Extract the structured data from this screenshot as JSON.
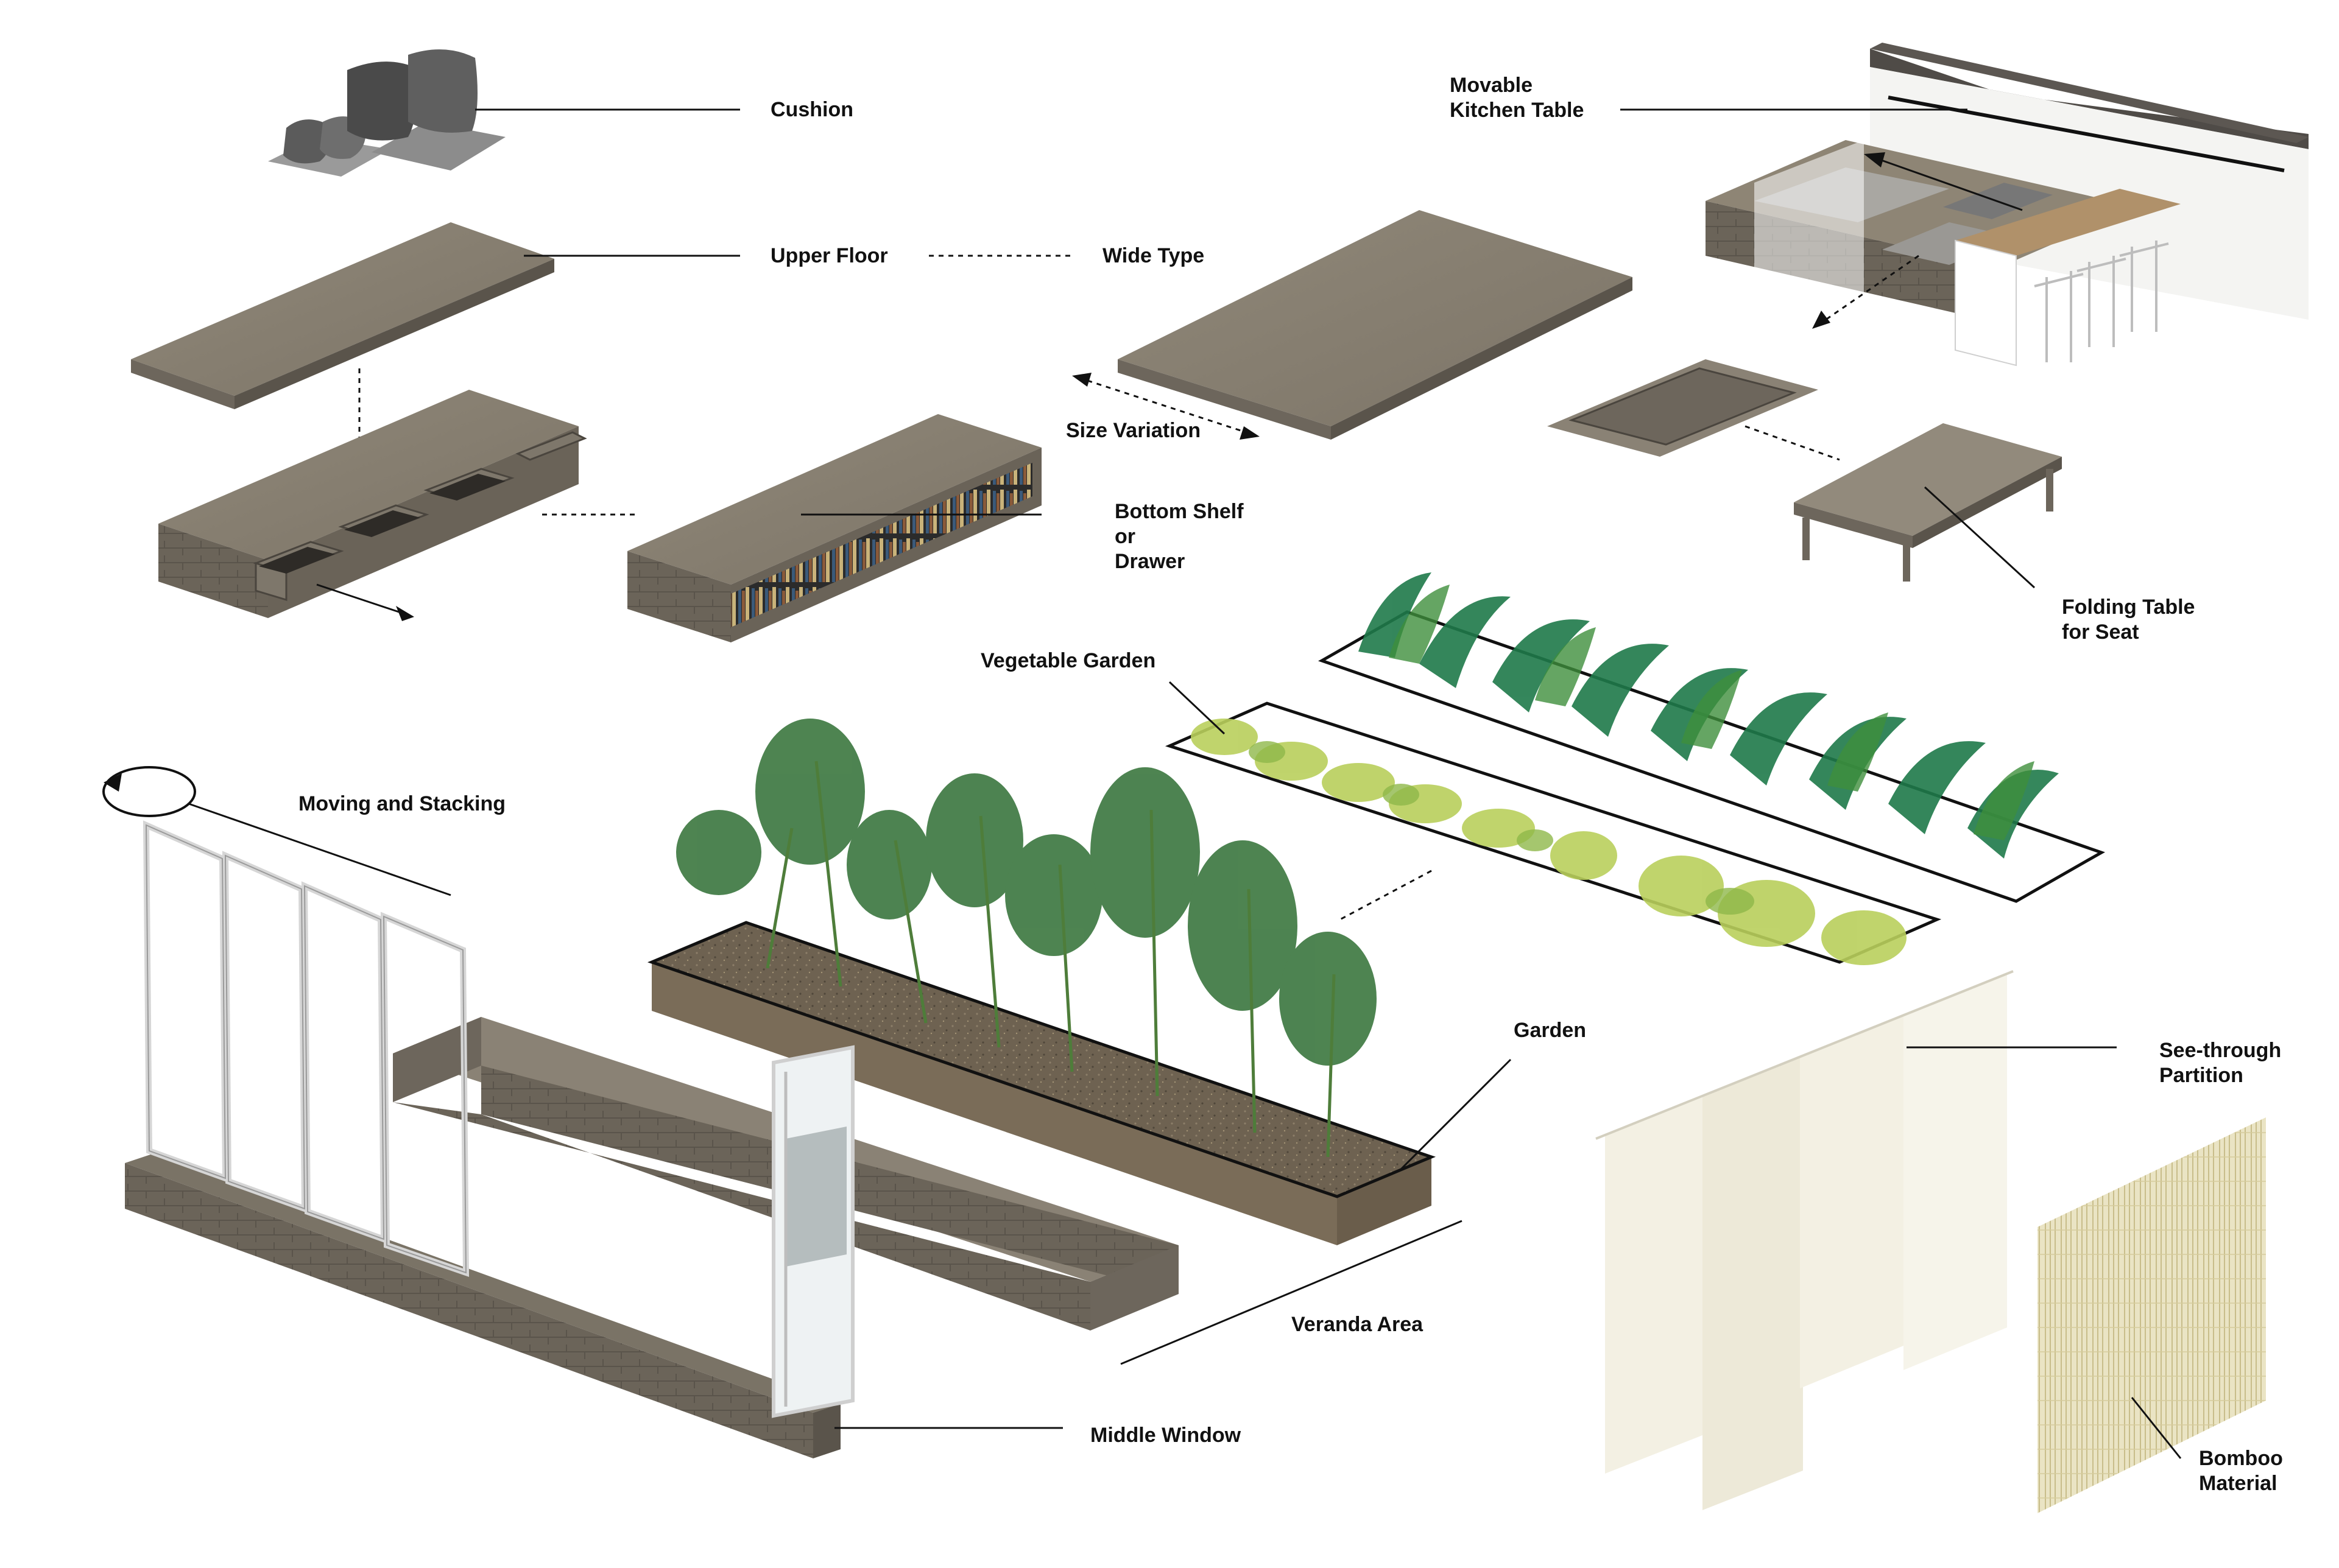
{
  "labels": {
    "cushion": "Cushion",
    "kitchen_table": "Movable\nKitchen Table",
    "upper_floor": "Upper Floor",
    "wide_type": "Wide Type",
    "size_variation": "Size Variation",
    "bottom_shelf": "Bottom Shelf\nor\nDrawer",
    "folding_table": "Folding Table\nfor Seat",
    "vegetable_garden": "Vegetable Garden",
    "moving_stacking": "Moving and Stacking",
    "garden": "Garden",
    "see_through": "See-through\nPartition",
    "veranda": "Veranda Area",
    "middle_window": "Middle Window",
    "bamboo": "Bomboo\nMaterial"
  },
  "colors": {
    "wood_top": "#8a8275",
    "wood_side": "#6d665c",
    "wood_dark": "#5a544b",
    "counter_top": "#4f4b47",
    "leaf_dark": "#1f7a4a",
    "leaf_mid": "#3f8f3c",
    "veg_light": "#b9cf5c",
    "fabric": "#f3f0e3",
    "bamboo": "#e6dfb8",
    "line": "#111111"
  }
}
